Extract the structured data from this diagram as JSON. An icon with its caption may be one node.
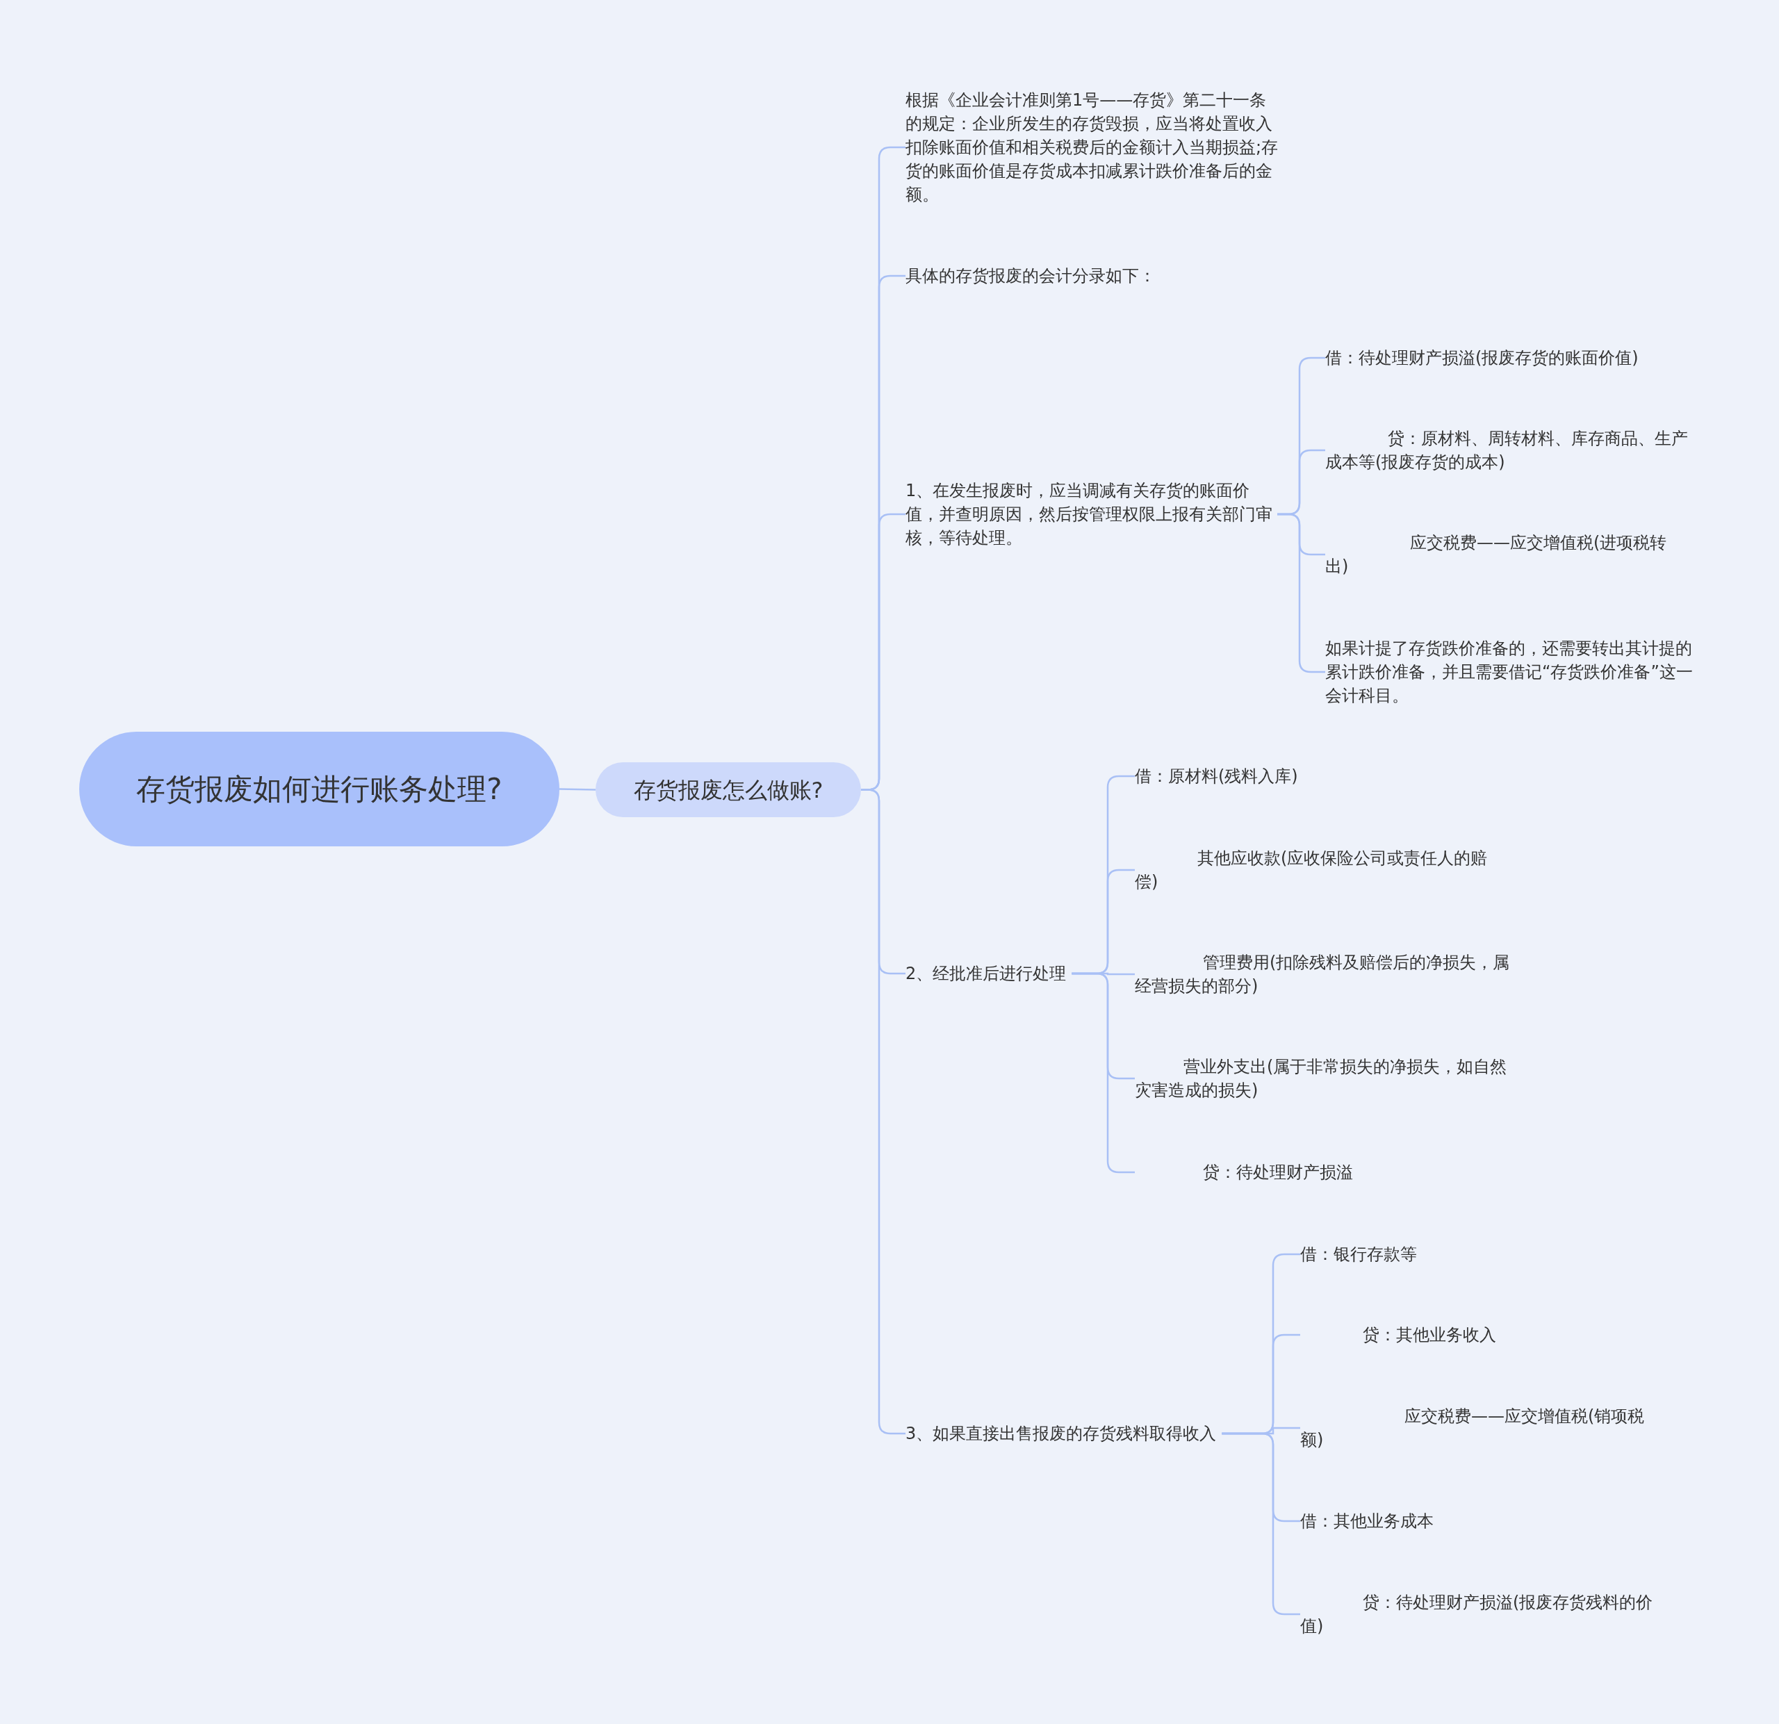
{
  "diagram": {
    "nodes": [
      {
        "text": [
          "存货报废如何进行账务处理?"
        ]
      },
      {
        "text": [
          "存货报废怎么做账?"
        ]
      },
      {
        "text": [
          "根据《企业会计准则第1号——存货》第二十一条的规定：企业所发生的存货毁损，应当将处置收入扣除账面价值和相关税费后的金额计入当期损益;存货的账面价值是存货成本扣减累计跌价准备后的金额。"
        ]
      },
      {
        "text": [
          "具体的存货报废的会计分录如下："
        ]
      },
      {
        "text": [
          "1、在发生报废时，应当调减有关存货的账面价值，并查明原因，然后按管理权限上报有关部门审核，等待处理。"
        ]
      },
      {
        "text": [
          "借：待处理财产损溢(报废存货的账面价值)"
        ]
      },
      {
        "text": [
          "贷：原材料、周转材料、库存商品、生产成本等(报废存货的成本)"
        ]
      },
      {
        "text": [
          "应交税费——应交增值税(进项税转出)"
        ]
      },
      {
        "text": [
          "如果计提了存货跌价准备的，还需要转出其计提的累计跌价准备，并且需要借记“存货跌价准备”这一会计科目。"
        ]
      },
      {
        "text": [
          "2、经批准后进行处理"
        ]
      },
      {
        "text": [
          "借：原材料(残料入库)"
        ]
      },
      {
        "text": [
          "其他应收款(应收保险公司或责任人的赔偿)"
        ]
      },
      {
        "text": [
          "管理费用(扣除残料及赔偿后的净损失，属经营损失的部分)"
        ]
      },
      {
        "text": [
          "营业外支出(属于非常损失的净损失，如自然灾害造成的损失)"
        ]
      },
      {
        "text": [
          "贷：待处理财产损溢"
        ]
      },
      {
        "text": [
          "3、如果直接出售报废的存货残料取得收入"
        ]
      },
      {
        "text": [
          "借：银行存款等"
        ]
      },
      {
        "text": [
          "贷：其他业务收入"
        ]
      },
      {
        "text": [
          "应交税费——应交增值税(销项税额)"
        ]
      },
      {
        "text": [
          "借：其他业务成本"
        ]
      },
      {
        "text": [
          "贷：待处理财产损溢(报废存货残料的价值)"
        ]
      }
    ],
    "edges": [
      {
        "from": 0,
        "to": 1,
        "arrow": "none"
      },
      {
        "from": 1,
        "to": 2,
        "arrow": "none"
      },
      {
        "from": 1,
        "to": 3,
        "arrow": "none"
      },
      {
        "from": 1,
        "to": 4,
        "arrow": "none"
      },
      {
        "from": 1,
        "to": 9,
        "arrow": "none"
      },
      {
        "from": 1,
        "to": 15,
        "arrow": "none"
      },
      {
        "from": 4,
        "to": 5,
        "arrow": "none"
      },
      {
        "from": 4,
        "to": 6,
        "arrow": "none"
      },
      {
        "from": 4,
        "to": 7,
        "arrow": "none"
      },
      {
        "from": 4,
        "to": 8,
        "arrow": "none"
      },
      {
        "from": 9,
        "to": 10,
        "arrow": "none"
      },
      {
        "from": 9,
        "to": 11,
        "arrow": "none"
      },
      {
        "from": 9,
        "to": 12,
        "arrow": "none"
      },
      {
        "from": 9,
        "to": 13,
        "arrow": "none"
      },
      {
        "from": 9,
        "to": 14,
        "arrow": "none"
      },
      {
        "from": 15,
        "to": 16,
        "arrow": "none"
      },
      {
        "from": 15,
        "to": 17,
        "arrow": "none"
      },
      {
        "from": 15,
        "to": 18,
        "arrow": "none"
      },
      {
        "from": 15,
        "to": 19,
        "arrow": "none"
      },
      {
        "from": 15,
        "to": 20,
        "arrow": "none"
      }
    ]
  }
}
